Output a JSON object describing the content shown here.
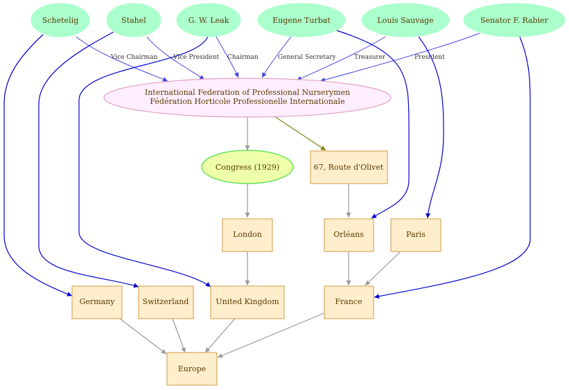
{
  "diagram": {
    "people": {
      "schetelig": "Schetelig",
      "stahel": "Stahel",
      "leak": "G. W. Leak",
      "turbat": "Eugene Turbat",
      "sauvage": "Louis Sauvage",
      "rabier": "Senator  F. Rabier"
    },
    "federation": {
      "line1": "International Federation of Professional Nurserymen",
      "line2": "Fédération Horticole Professionelle Internationale"
    },
    "congress": "Congress (1929)",
    "address": "67, Route d'Olivet",
    "places": {
      "london": "London",
      "orleans": "Orléans",
      "paris": "Paris",
      "germany": "Germany",
      "switzerland": "Switzerland",
      "uk": "United Kingdom",
      "france": "France",
      "europe": "Europe"
    },
    "roles": {
      "vice_chairman": "Vice Chairman",
      "vice_president": "Vice President",
      "chairman": "Chairman",
      "general_secretary": "General Secretary",
      "treasurer": "Treasurer",
      "president": "President"
    },
    "colors": {
      "person_fill": "#aaffcc",
      "federation_fill": "#ffeeff",
      "federation_stroke": "#e0a0c0",
      "congress_fill": "#eeffaa",
      "congress_stroke": "#44dd44",
      "place_fill": "#ffeecc",
      "place_stroke": "#d8a860",
      "role_edge": "#4444dd",
      "location_edge": "#0000cc",
      "structure_edge": "#999999",
      "address_edge": "#808010"
    }
  }
}
